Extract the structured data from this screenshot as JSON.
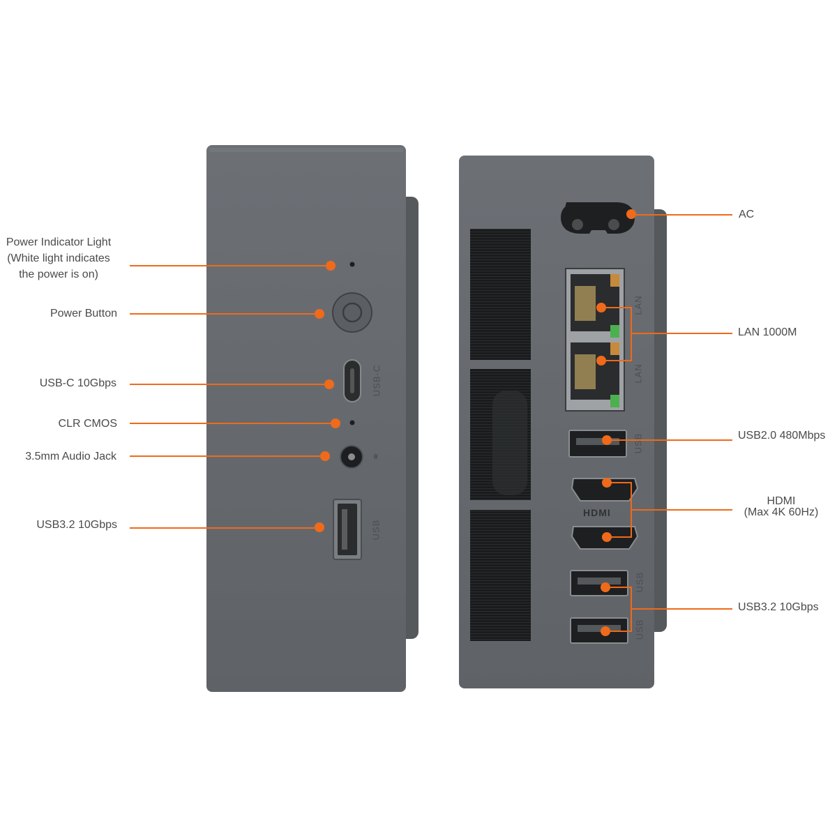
{
  "colors": {
    "accent": "#ef6a1a",
    "device": "#6b6f74",
    "device_shadow": "#545759",
    "port": "#2a2c2e"
  },
  "front_panel": {
    "power_indicator_label": "Power Indicator Light",
    "power_indicator_note_1": "(White light indicates",
    "power_indicator_note_2": "the power is on)",
    "power_button_label": "Power Button",
    "usbc_label": "USB-C 10Gbps",
    "clr_cmos_label": "CLR CMOS",
    "audio_label": "3.5mm Audio Jack",
    "usb32_label": "USB3.2 10Gbps",
    "usbc_port_text": "USB-C",
    "usb_port_text": "USB",
    "headphone_icon": "headphone-icon"
  },
  "rear_panel": {
    "ac_label": "AC",
    "lan_label": "LAN 1000M",
    "usb20_label": "USB2.0 480Mbps",
    "hdmi_label_1": "HDMI",
    "hdmi_label_2": "(Max 4K 60Hz)",
    "usb32_label": "USB3.2 10Gbps",
    "lan_port_text": "LAN",
    "usb_port_text": "USB",
    "hdmi_port_text": "HDMI"
  }
}
